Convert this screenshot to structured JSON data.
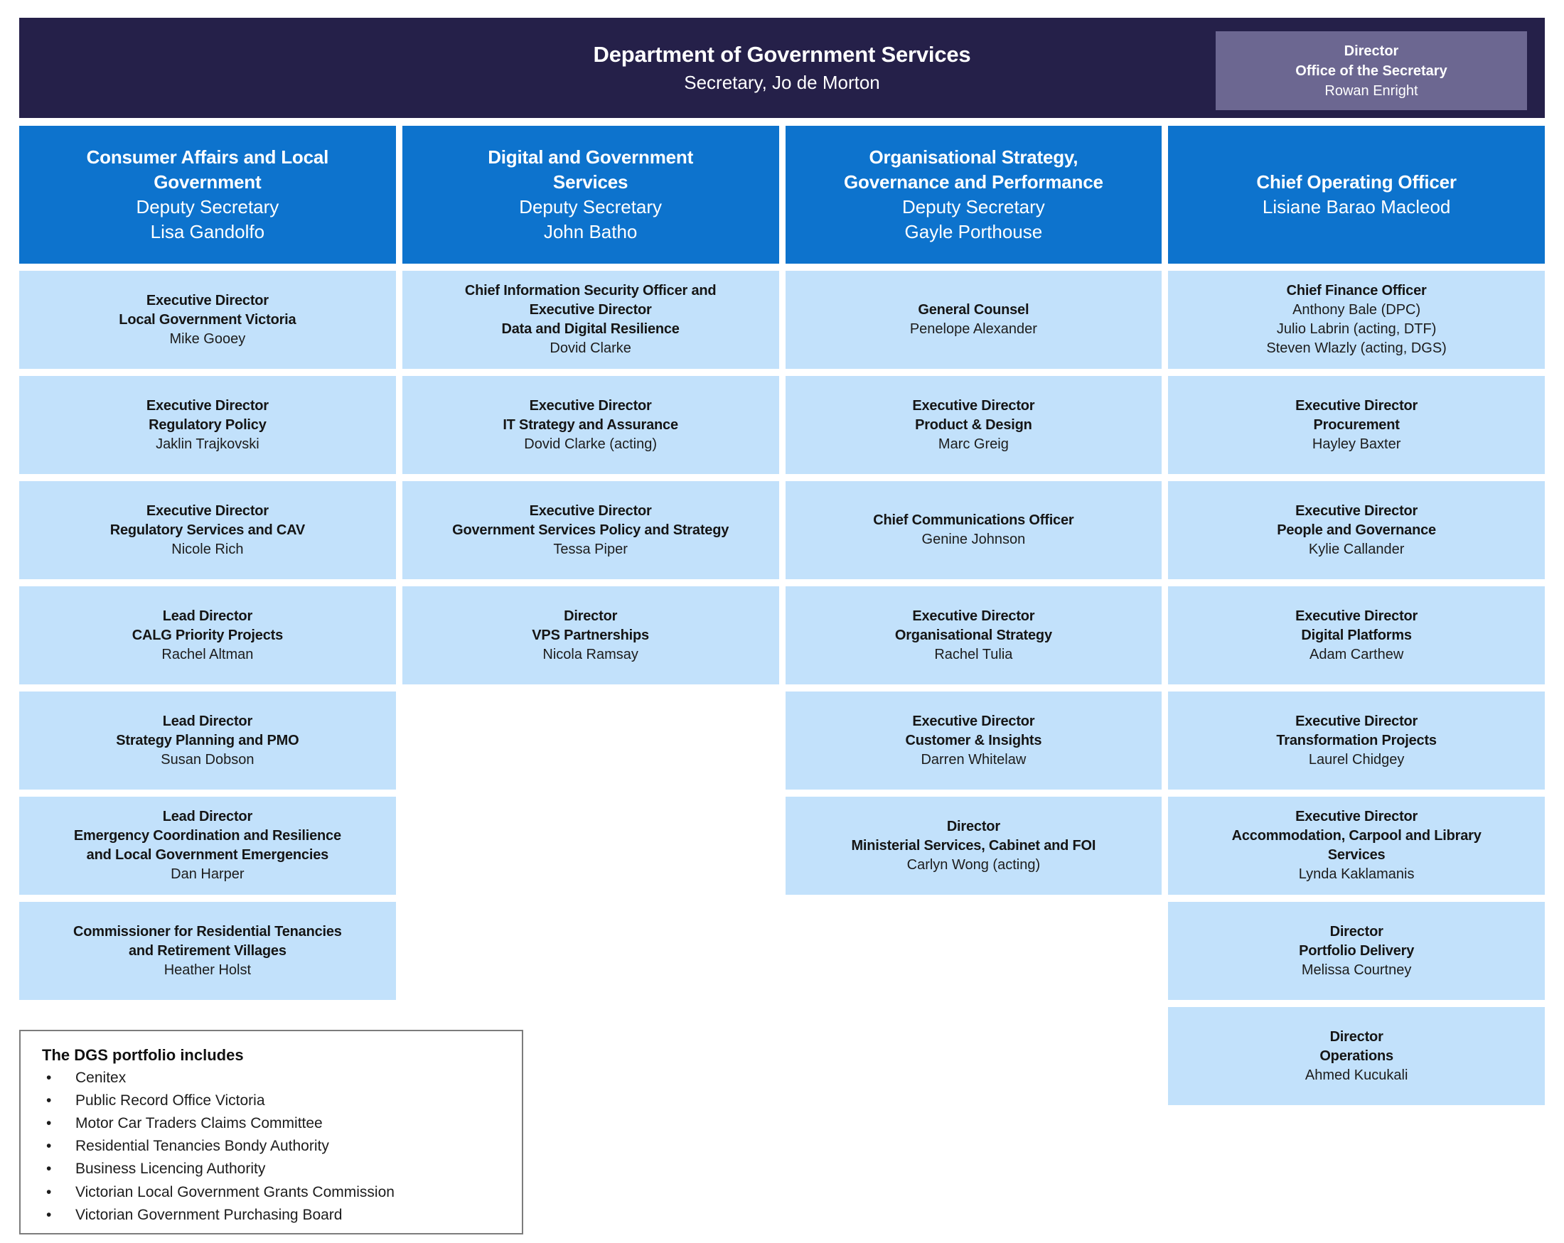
{
  "banner": {
    "title": "Department of Government Services",
    "subtitle": "Secretary, Jo de Morton",
    "office_box": {
      "role": "Director\nOffice of the Secretary",
      "name": "Rowan Enright"
    }
  },
  "columns": [
    {
      "header": {
        "role": "Consumer Affairs and Local\nGovernment",
        "name": "Deputy Secretary\nLisa Gandolfo"
      },
      "boxes": [
        {
          "role": "Executive Director\nLocal Government Victoria",
          "name": "Mike Gooey"
        },
        {
          "role": "Executive Director\nRegulatory Policy",
          "name": "Jaklin Trajkovski"
        },
        {
          "role": "Executive Director\nRegulatory Services and CAV",
          "name": "Nicole Rich"
        },
        {
          "role": "Lead Director\nCALG Priority Projects",
          "name": "Rachel Altman"
        },
        {
          "role": "Lead Director\nStrategy Planning and PMO",
          "name": "Susan Dobson"
        },
        {
          "role": "Lead Director\nEmergency Coordination and Resilience\nand Local Government Emergencies",
          "name": "Dan Harper"
        },
        {
          "role": "Commissioner for Residential Tenancies\nand Retirement Villages",
          "name": "Heather Holst"
        }
      ]
    },
    {
      "header": {
        "role": "Digital and Government\nServices",
        "name": "Deputy Secretary\nJohn Batho"
      },
      "boxes": [
        {
          "role": "Chief Information Security Officer and\nExecutive Director\nData and Digital Resilience",
          "name": "Dovid Clarke"
        },
        {
          "role": "Executive Director\nIT Strategy and Assurance",
          "name": "Dovid Clarke (acting)"
        },
        {
          "role": "Executive Director\nGovernment Services Policy and Strategy",
          "name": "Tessa Piper"
        },
        {
          "role": "Director\nVPS Partnerships",
          "name": "Nicola Ramsay"
        }
      ]
    },
    {
      "header": {
        "role": "Organisational Strategy,\nGovernance and Performance",
        "name": "Deputy Secretary\nGayle Porthouse"
      },
      "boxes": [
        {
          "role": "General Counsel",
          "name": "Penelope Alexander"
        },
        {
          "role": "Executive Director\nProduct & Design",
          "name": "Marc Greig"
        },
        {
          "role": "Chief Communications Officer",
          "name": "Genine Johnson"
        },
        {
          "role": "Executive Director\nOrganisational Strategy",
          "name": "Rachel Tulia"
        },
        {
          "role": "Executive Director\nCustomer & Insights",
          "name": "Darren Whitelaw"
        },
        {
          "role": "Director\nMinisterial Services, Cabinet and FOI",
          "name": "Carlyn Wong (acting)"
        }
      ]
    },
    {
      "header": {
        "role": "Chief Operating Officer",
        "name": "Lisiane Barao Macleod"
      },
      "boxes": [
        {
          "role": "Chief Finance Officer",
          "name": "Anthony Bale (DPC)\nJulio Labrin (acting, DTF)\nSteven Wlazly (acting, DGS)"
        },
        {
          "role": "Executive Director\nProcurement",
          "name": "Hayley Baxter"
        },
        {
          "role": "Executive Director\nPeople and Governance",
          "name": "Kylie Callander"
        },
        {
          "role": "Executive Director\nDigital Platforms",
          "name": "Adam Carthew"
        },
        {
          "role": "Executive Director\nTransformation Projects",
          "name": "Laurel Chidgey"
        },
        {
          "role": "Executive Director\nAccommodation, Carpool and Library\nServices",
          "name": "Lynda Kaklamanis"
        },
        {
          "role": "Director\nPortfolio Delivery",
          "name": "Melissa Courtney"
        },
        {
          "role": "Director\nOperations",
          "name": "Ahmed Kucukali"
        }
      ]
    }
  ],
  "portfolio": {
    "title": "The DGS portfolio includes",
    "items": [
      "Cenitex",
      "Public Record Office Victoria",
      "Motor Car Traders Claims Committee",
      "Residential Tenancies Bondy Authority",
      "Business Licencing Authority",
      "Victorian Local Government Grants Commission",
      "Victorian Government Purchasing Board"
    ]
  },
  "colors": {
    "banner_navy": "#252049",
    "header_blue": "#0d73cd",
    "box_light_blue": "#c2e1fb",
    "office_box_slate": "#6c6791",
    "text_dark": "#1c1c1c",
    "portfolio_border": "#7c7c7c"
  }
}
